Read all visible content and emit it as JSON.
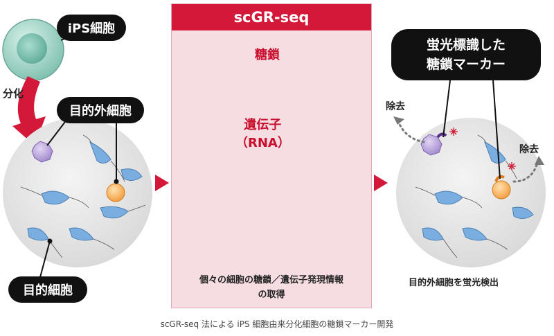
{
  "left": {
    "ips_label": "iPS細胞",
    "differentiation_label": "分化",
    "target_cell_label": "目的外細胞",
    "desired_cell_label": "目的細胞"
  },
  "center": {
    "title": "scGR-seq",
    "glycan_label": "糖鎖",
    "gene_label_1": "遺伝子",
    "gene_label_2": "（RNA）",
    "caption_1": "個々の細胞の糖鎖／遺伝子発現情報",
    "caption_2": "の取得"
  },
  "right": {
    "marker_label_1": "蛍光標識した",
    "marker_label_2": "糖鎖マーカー",
    "remove_label": "除去",
    "caption": "目的外細胞を蛍光検出"
  },
  "footer": {
    "caption": "scGR-seq 法による iPS 細胞由来分化細胞の糖鎖マーカー開発"
  },
  "colors": {
    "accent_red": "#d4183a",
    "panel_pink": "#f6dde2",
    "ips_green": "#8fcfbf",
    "cell_blue": "#6fa8dc",
    "cell_purple": "#b39ddb",
    "cell_orange": "#f6a64a"
  }
}
